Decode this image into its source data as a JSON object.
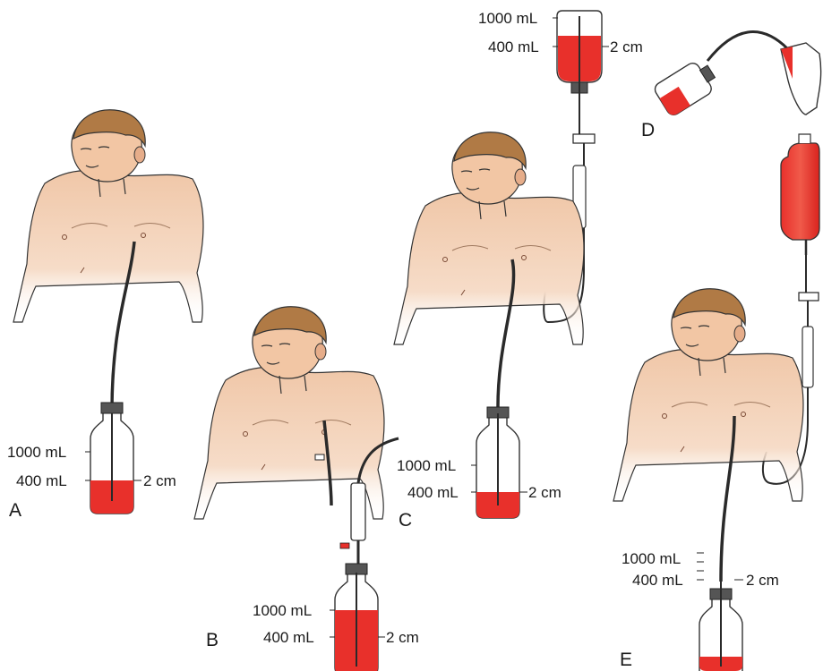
{
  "panels": [
    {
      "id": "A",
      "label": "A",
      "volume_high": "1000 mL",
      "volume_low": "400 mL",
      "depth": "2 cm"
    },
    {
      "id": "B",
      "label": "B",
      "volume_high": "1000 mL",
      "volume_low": "400 mL",
      "depth": "2 cm"
    },
    {
      "id": "C",
      "label": "C",
      "volume_high": "1000 mL",
      "volume_low": "400 mL",
      "depth": "2 cm",
      "suction_volume_high": "1000 mL",
      "suction_volume_low": "400 mL",
      "suction_depth": "2 cm"
    },
    {
      "id": "D",
      "label": "D"
    },
    {
      "id": "E",
      "label": "E",
      "volume_high": "1000 mL",
      "volume_low": "400 mL",
      "depth": "2 cm"
    }
  ],
  "colors": {
    "skin": "#f3cdb0",
    "skin_shadow": "#e6ad8a",
    "hair": "#b07a45",
    "fluid": "#e8302b",
    "tube": "#2a2a2a",
    "outline": "#222222",
    "bottle": "#ffffff"
  }
}
